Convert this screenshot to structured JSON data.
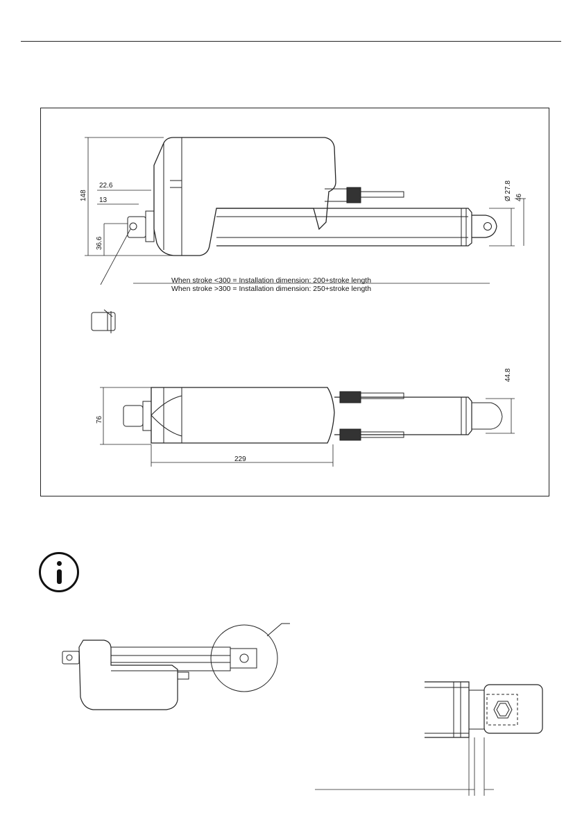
{
  "top_view": {
    "dimensions": {
      "height_total": "148",
      "offset_a": "22.6",
      "offset_b": "13",
      "eye_height": "36.6",
      "rod_eye_diameter": "Ø 27.8",
      "rod_height": "46"
    },
    "notes": {
      "line1": "When stroke <300 = Installation dimension: 200+stroke length",
      "line2": "When stroke >300 = Installation dimension: 250+stroke length"
    }
  },
  "bottom_view": {
    "dimensions": {
      "width": "76",
      "rod_width": "44.8",
      "body_length": "229"
    }
  },
  "info": {
    "icon": "info-icon"
  }
}
